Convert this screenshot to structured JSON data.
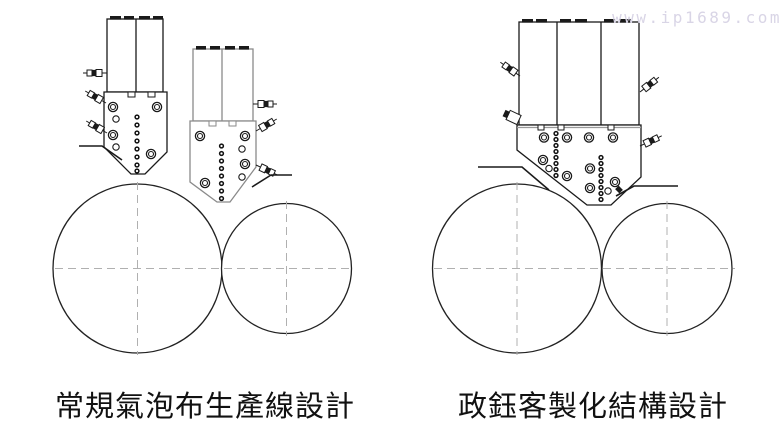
{
  "watermark": "www.ip1689.com",
  "designs": {
    "conventional": {
      "caption": "常規氣泡布生產線設計"
    },
    "custom": {
      "caption": "政鈺客製化結構設計"
    }
  },
  "colors": {
    "line": "#1a1a1a",
    "secondary_line": "#8a8a8a",
    "dashed_centerline": "#b0b0b0",
    "watermark": "#d9d5e6",
    "background": "#ffffff"
  }
}
